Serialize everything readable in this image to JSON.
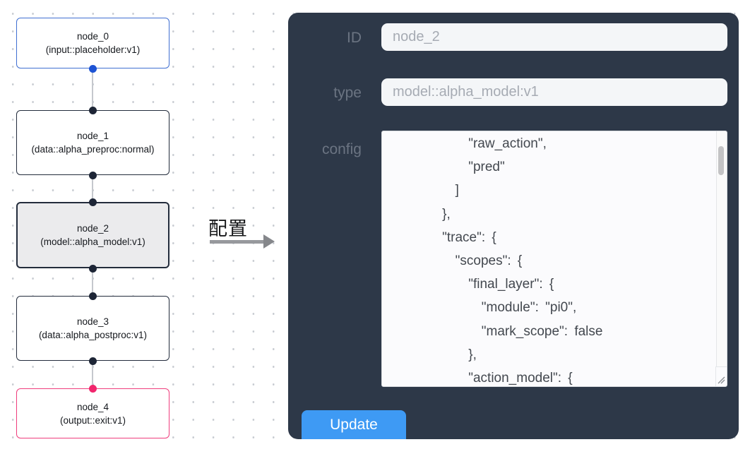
{
  "canvas": {
    "nodes": [
      {
        "id": "node_0",
        "type": "(input::placeholder:v1)",
        "variant": "input"
      },
      {
        "id": "node_1",
        "type": "(data::alpha_preproc:normal)",
        "variant": "default"
      },
      {
        "id": "node_2",
        "type": "(model::alpha_model:v1)",
        "variant": "selected"
      },
      {
        "id": "node_3",
        "type": "(data::alpha_postproc:v1)",
        "variant": "default"
      },
      {
        "id": "node_4",
        "type": "(output::exit:v1)",
        "variant": "output"
      }
    ]
  },
  "annotation": {
    "label": "配置"
  },
  "panel": {
    "fields": [
      {
        "label": "ID",
        "value": "node_2"
      },
      {
        "label": "type",
        "value": "model::alpha_model:v1"
      },
      {
        "label": "config"
      }
    ],
    "config_lines": [
      "        \"raw_action\",",
      "        \"pred\"",
      "      ]",
      "    },",
      "    \"trace\": {",
      "      \"scopes\": {",
      "        \"final_layer\": {",
      "          \"module\": \"pi0\",",
      "          \"mark_scope\": false",
      "        },",
      "        \"action_model\": {"
    ],
    "update_label": "Update"
  },
  "colors": {
    "panel_bg": "#2d3848",
    "input_node_border": "#3f6fd2",
    "default_node_border": "#232c3c",
    "selected_node_fill": "#ebebed",
    "output_node_border": "#ef3d7d",
    "input_port_dot": "#1d53d4",
    "output_port_dot": "#f1266d",
    "update_button": "#3e9af4",
    "edge_line": "#c5c8cd"
  }
}
